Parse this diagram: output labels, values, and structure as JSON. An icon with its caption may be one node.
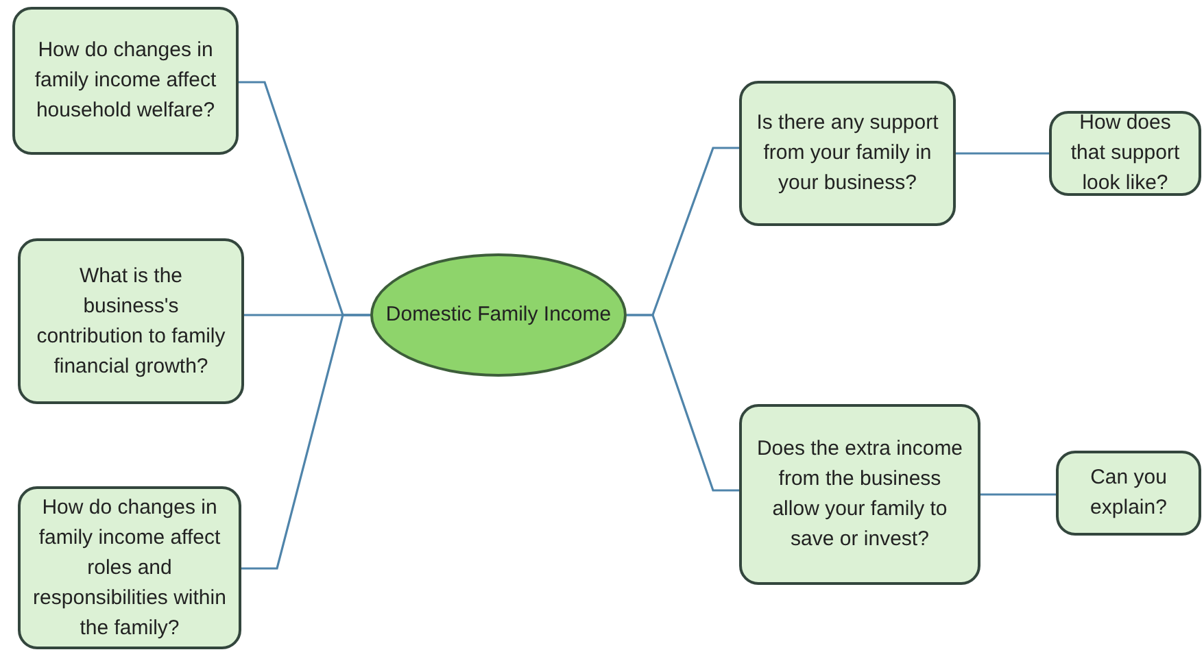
{
  "diagram": {
    "nodes": [
      {
        "text": [
          "How do changes in family income affect household welfare?"
        ]
      },
      {
        "text": [
          "What is the business's contribution to family financial growth?"
        ]
      },
      {
        "text": [
          "How do changes in family income affect roles and responsibilities within the family?"
        ]
      },
      {
        "text": [
          "Domestic Family Income"
        ]
      },
      {
        "text": [
          "Is there any support from your family in your business?"
        ]
      },
      {
        "text": [
          "How does that support look like?"
        ]
      },
      {
        "text": [
          "Does the extra income from the business allow your family to save or invest?"
        ]
      },
      {
        "text": [
          "Can you explain?"
        ]
      }
    ],
    "edges": [
      {
        "from": 3,
        "to": 0,
        "arrow": "none"
      },
      {
        "from": 3,
        "to": 1,
        "arrow": "none"
      },
      {
        "from": 3,
        "to": 2,
        "arrow": "none"
      },
      {
        "from": 3,
        "to": 4,
        "arrow": "none"
      },
      {
        "from": 4,
        "to": 5,
        "arrow": "none"
      },
      {
        "from": 3,
        "to": 6,
        "arrow": "none"
      },
      {
        "from": 6,
        "to": 7,
        "arrow": "none"
      }
    ]
  }
}
